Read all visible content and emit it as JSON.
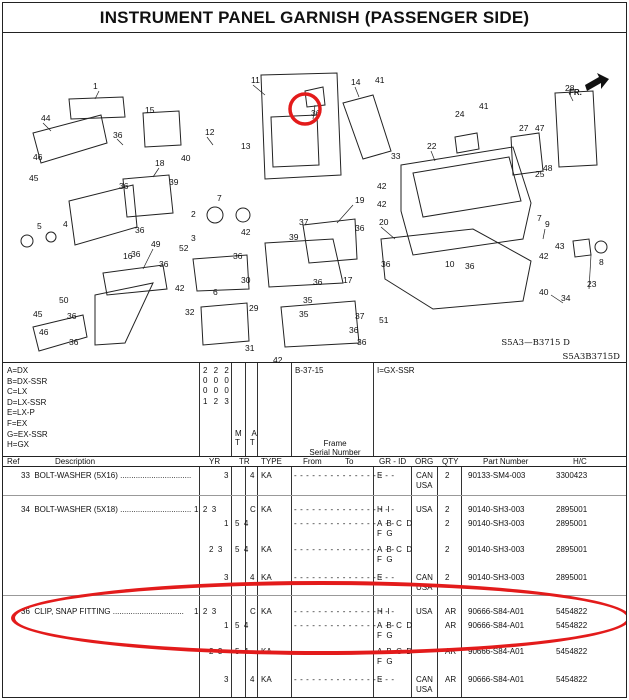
{
  "title": "INSTRUMENT PANEL GARNISH (PASSENGER SIDE)",
  "diagram": {
    "fr_label": "FR.",
    "callouts": [
      "1",
      "44",
      "46",
      "45",
      "15",
      "36",
      "40",
      "18",
      "36",
      "39",
      "12",
      "13",
      "11",
      "36",
      "14",
      "41",
      "33",
      "41",
      "28",
      "24",
      "27",
      "47",
      "48",
      "25",
      "22",
      "42",
      "2",
      "7",
      "3",
      "5",
      "4",
      "16",
      "36",
      "36",
      "49",
      "52",
      "36",
      "42",
      "6",
      "50",
      "36",
      "45",
      "46",
      "36",
      "30",
      "29",
      "32",
      "31",
      "42",
      "35",
      "37",
      "36",
      "51",
      "36",
      "19",
      "37",
      "39",
      "36",
      "20",
      "36",
      "17",
      "10",
      "36",
      "9",
      "43",
      "7",
      "8",
      "23",
      "34",
      "40",
      "42",
      "36",
      "36",
      "35",
      "42",
      "42"
    ],
    "code_a": "S5A3—B3715 D",
    "code_b": "S5A3B3715D"
  },
  "legend": {
    "items": [
      "A=DX",
      "B=DX-SSR",
      "C=LX",
      "D=LX-SSR",
      "E=LX-P",
      "F=EX",
      "G=EX-SSR",
      "H=GX"
    ],
    "year_codes": [
      "2 2 2",
      "0 0 0",
      "0 0 0",
      "1 2 3"
    ],
    "ref_page": "B-37-15",
    "extra_item": "I=GX-SSR",
    "ma_label": "M A",
    "tt_label": "T T",
    "frame_label": "Frame",
    "serial_label": "Serial Number"
  },
  "columns": {
    "ref": "Ref",
    "description": "Description",
    "yr": "YR",
    "tr": "TR",
    "type": "TYPE",
    "from": "From",
    "to": "To",
    "grid": "GR - ID",
    "org": "ORG",
    "qty": "QTY",
    "part_number": "Part Number",
    "hc": "H/C"
  },
  "rows": [
    {
      "ref_desc": "33  BOLT-WASHER (5X16) ................................",
      "yr": "3",
      "tr": "4",
      "type": "KA",
      "grid": "E",
      "org": "CAN",
      "org2": "USA",
      "qty": "2",
      "part": "90133-SM4-003",
      "hc": "3300423"
    },
    {
      "ref_desc": "34  BOLT-WASHER (5X18) ................................",
      "yr": "1  2  3",
      "tr": "C",
      "type": "KA",
      "grid": "H  I",
      "org": "USA",
      "qty": "2",
      "part": "90140-SH3-003",
      "hc": "2895001"
    },
    {
      "ref_desc": "",
      "yr": "1",
      "tr": "5  4",
      "type": "",
      "grid": "A  B  C  D",
      "grid2": "F  G",
      "org": "",
      "qty": "2",
      "part": "90140-SH3-003",
      "hc": "2895001"
    },
    {
      "ref_desc": "",
      "yr": "2  3",
      "tr": "5  4",
      "type": "KA",
      "grid": "A  B  C  D",
      "grid2": "F  G",
      "org": "",
      "qty": "2",
      "part": "90140-SH3-003",
      "hc": "2895001"
    },
    {
      "ref_desc": "",
      "yr": "3",
      "tr": "4",
      "type": "KA",
      "grid": "E",
      "org": "CAN",
      "org2": "USA",
      "qty": "2",
      "part": "90140-SH3-003",
      "hc": "2895001"
    },
    {
      "ref_desc": "36  CLIP, SNAP FITTING ................................",
      "yr": "1  2  3",
      "tr": "C",
      "type": "KA",
      "grid": "H  I",
      "org": "USA",
      "qty": "AR",
      "part": "90666-S84-A01",
      "hc": "5454822"
    },
    {
      "ref_desc": "",
      "yr": "1",
      "tr": "5  4",
      "type": "",
      "grid": "A  B  C  D",
      "grid2": "F  G",
      "org": "",
      "qty": "AR",
      "part": "90666-S84-A01",
      "hc": "5454822"
    },
    {
      "ref_desc": "",
      "yr": "2  3",
      "tr": "5  4",
      "type": "KA",
      "grid": "A  B  C  D",
      "grid2": "F  G",
      "org": "",
      "qty": "AR",
      "part": "90666-S84-A01",
      "hc": "5454822"
    },
    {
      "ref_desc": "",
      "yr": "3",
      "tr": "4",
      "type": "KA",
      "grid": "E",
      "org": "CAN",
      "org2": "USA",
      "qty": "AR",
      "part": "90666-S84-A01",
      "hc": "5454822"
    }
  ],
  "dash_text": "- - - - - - - - - - - - - - - - -",
  "highlight_color": "#e31b1b"
}
